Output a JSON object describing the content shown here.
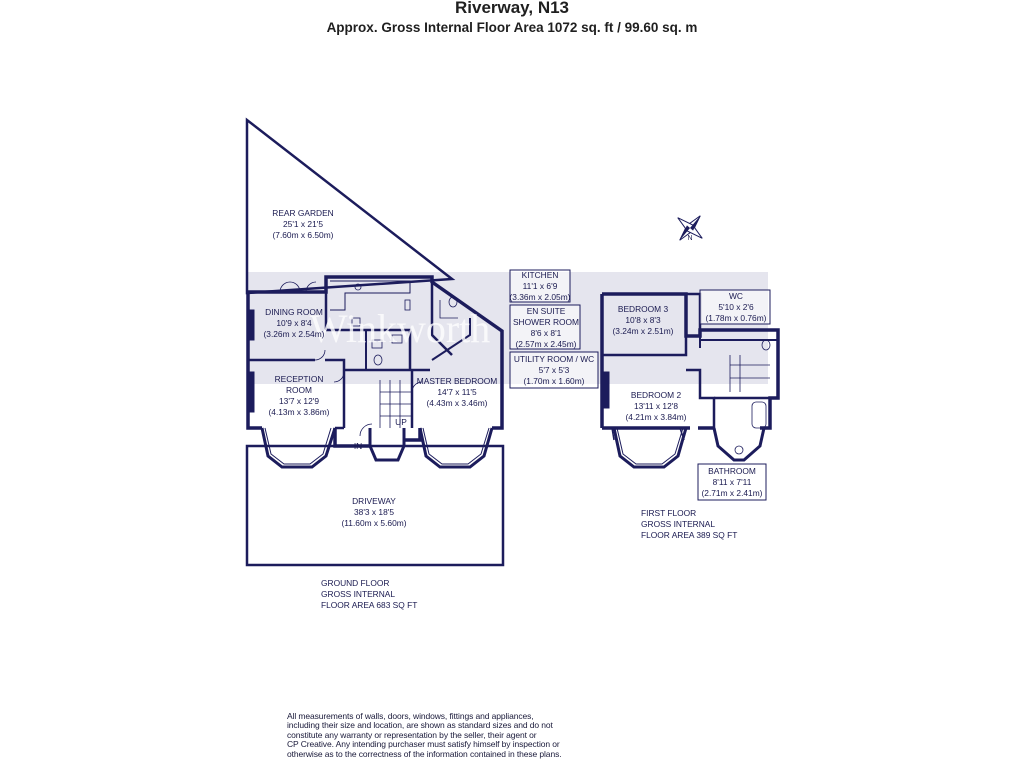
{
  "header": {
    "title": "Riverway, N13",
    "subtitle": "Approx. Gross Internal Floor Area 1072 sq. ft / 99.60 sq. m"
  },
  "watermark": "Winkworth",
  "colors": {
    "wall": "#1c1c5c",
    "watermark_band": "#d8d8e6",
    "text": "#1a1a50"
  },
  "ground_floor": {
    "rooms": {
      "rear_garden": {
        "name": "REAR GARDEN",
        "imperial": "25'1 x 21'5",
        "metric": "(7.60m x 6.50m)"
      },
      "dining_room": {
        "name": "DINING ROOM",
        "imperial": "10'9 x 8'4",
        "metric": "(3.26m x 2.54m)"
      },
      "reception_room": {
        "name_line1": "RECEPTION",
        "name_line2": "ROOM",
        "imperial": "13'7 x 12'9",
        "metric": "(4.13m x 3.86m)"
      },
      "master_bedroom": {
        "name": "MASTER BEDROOM",
        "imperial": "14'7 x 11'5",
        "metric": "(4.43m x 3.46m)"
      },
      "driveway": {
        "name": "DRIVEWAY",
        "imperial": "38'3 x 18'5",
        "metric": "(11.60m x 5.60m)"
      },
      "up_label": "UP",
      "in_label": "IN"
    },
    "legend": {
      "kitchen": {
        "name": "KITCHEN",
        "imperial": "11'1 x 6'9",
        "metric": "(3.36m x 2.05m)"
      },
      "en_suite": {
        "name_line1": "EN SUITE",
        "name_line2": "SHOWER ROOM",
        "imperial": "8'6 x 8'1",
        "metric": "(2.57m x 2.45m)"
      },
      "utility": {
        "name": "UTILITY ROOM / WC",
        "imperial": "5'7 x 5'3",
        "metric": "(1.70m x 1.60m)"
      }
    },
    "footer": {
      "line1": "GROUND FLOOR",
      "line2": "GROSS INTERNAL",
      "line3": "FLOOR AREA 683 SQ FT"
    }
  },
  "first_floor": {
    "rooms": {
      "bedroom_3": {
        "name": "BEDROOM 3",
        "imperial": "10'8 x 8'3",
        "metric": "(3.24m x 2.51m)"
      },
      "wc": {
        "name": "WC",
        "imperial": "5'10 x 2'6",
        "metric": "(1.78m x 0.76m)"
      },
      "bedroom_2": {
        "name": "BEDROOM 2",
        "imperial": "13'11 x 12'8",
        "metric": "(4.21m x 3.84m)"
      },
      "bathroom": {
        "name": "BATHROOM",
        "imperial": "8'11 x 7'11",
        "metric": "(2.71m x 2.41m)"
      }
    },
    "footer": {
      "line1": "FIRST FLOOR",
      "line2": "GROSS INTERNAL",
      "line3": "FLOOR AREA 389 SQ FT"
    }
  },
  "compass": {
    "label": "N"
  },
  "disclaimer": {
    "line1": "All measurements of walls, doors, windows, fittings and appliances,",
    "line2": "including their size and location, are shown as standard sizes and do not",
    "line3": "constitute any warranty or representation by the seller, their agent or",
    "line4": "CP Creative. Any intending purchaser must satisfy himself by inspection or",
    "line5": "otherwise as to the correctness of the information contained in these plans."
  }
}
